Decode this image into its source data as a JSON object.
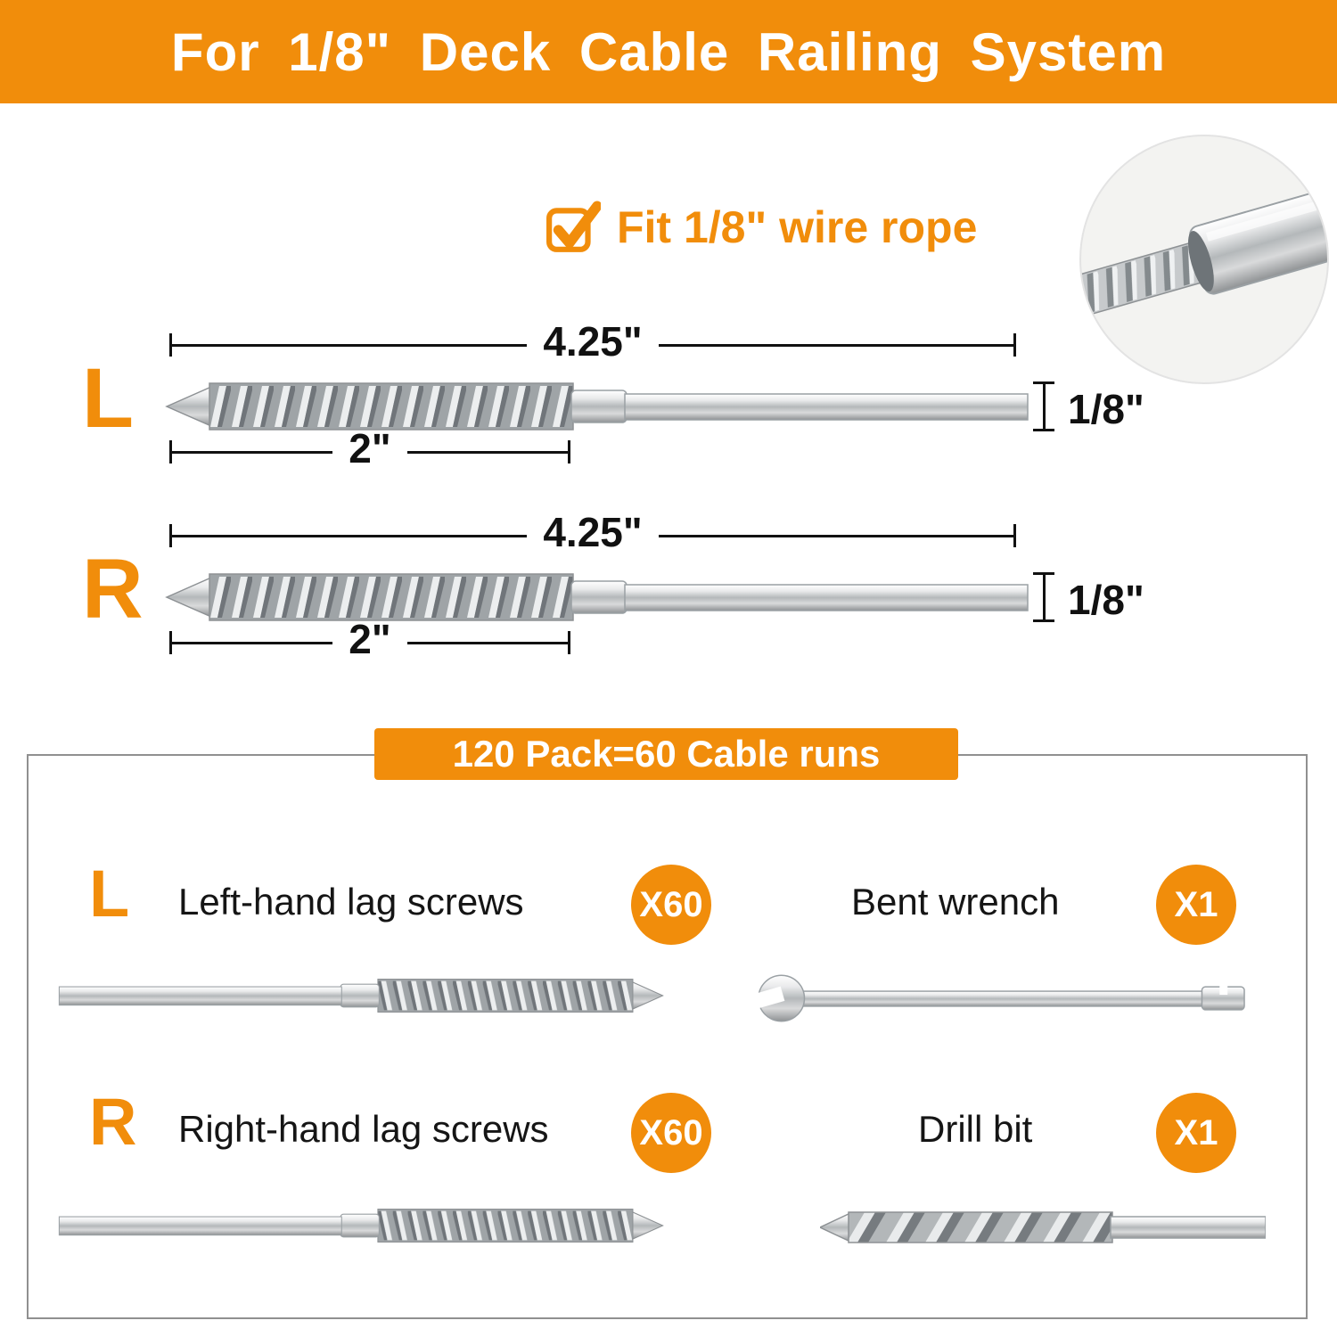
{
  "banner": {
    "title": "For 1/8\" Deck Cable Railing System"
  },
  "hero": {
    "fit_label": "Fit 1/8\" wire rope"
  },
  "diagrams": [
    {
      "side": "L",
      "overall_length": "4.25\"",
      "thread_length": "2\"",
      "diameter": "1/8\""
    },
    {
      "side": "R",
      "overall_length": "4.25\"",
      "thread_length": "2\"",
      "diameter": "1/8\""
    }
  ],
  "pack": {
    "title": "120 Pack=60 Cable runs",
    "items": [
      {
        "letter": "L",
        "label": "Left-hand lag screws",
        "qty": "X60"
      },
      {
        "letter": "",
        "label": "Bent wrench",
        "qty": "X1"
      },
      {
        "letter": "R",
        "label": "Right-hand lag screws",
        "qty": "X60"
      },
      {
        "letter": "",
        "label": "Drill bit",
        "qty": "X1"
      }
    ]
  },
  "colors": {
    "accent": "#F18D0B",
    "text": "#111111",
    "banner_text": "#FFFFFF"
  }
}
